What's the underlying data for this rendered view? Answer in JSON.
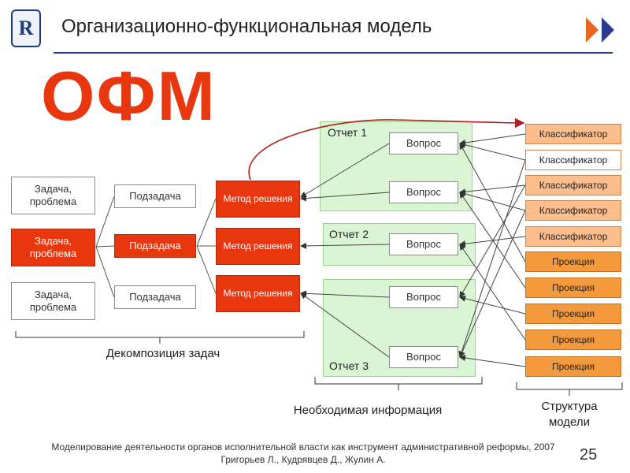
{
  "header": {
    "title": "Организационно-функциональная модель",
    "logo_text": "R"
  },
  "big_label": "ОФМ",
  "tasks": [
    "Задача, проблема",
    "Задача, проблема",
    "Задача, проблема"
  ],
  "subtasks": [
    "Подзадача",
    "Подзадача",
    "Подзадача"
  ],
  "methods": [
    "Метод решения",
    "Метод решения",
    "Метод решения"
  ],
  "reports": [
    "Отчет 1",
    "Отчет 2",
    "Отчет 3"
  ],
  "questions": [
    "Вопрос",
    "Вопрос",
    "Вопрос",
    "Вопрос",
    "Вопрос"
  ],
  "classifiers": [
    "Классификатор",
    "Классификатор",
    "Классификатор",
    "Классификатор",
    "Классификатор"
  ],
  "projections": [
    "Проекция",
    "Проекция",
    "Проекция",
    "Проекция",
    "Проекция"
  ],
  "captions": {
    "decomposition": "Декомпозиция задач",
    "info": "Необходимая информация",
    "structure": "Структура модели"
  },
  "footer": {
    "line1": "Моделирование деятельности органов исполнительной власти как  инструмент административной реформы, 2007",
    "line2": "Григорьев Л., Кудрявцев Д., Жулин А."
  },
  "page_number": "25",
  "colors": {
    "red": "#e8360f",
    "green": "#d9f5d3",
    "classifier": "#fbbd8c",
    "projection": "#f59a3c",
    "accent_line": "#2a3b8f"
  }
}
